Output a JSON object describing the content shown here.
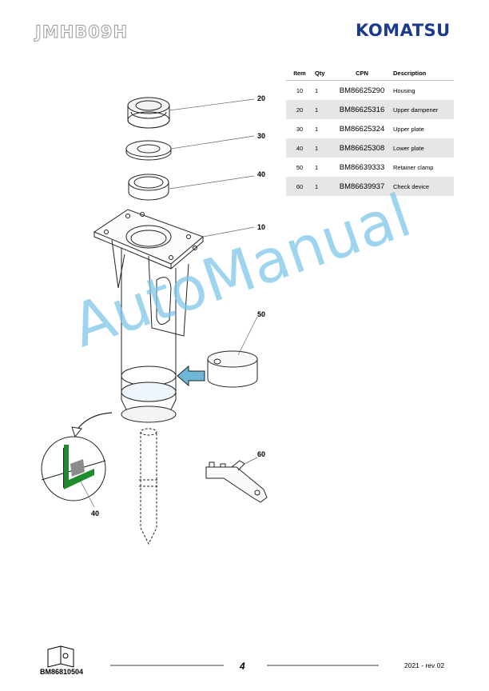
{
  "header": {
    "model_code": "JMHB09H",
    "brand": "KOMATSU"
  },
  "table": {
    "headers": {
      "item": "Item",
      "qty": "Qty",
      "cpn": "CPN",
      "description": "Description"
    },
    "rows": [
      {
        "item": "10",
        "qty": "1",
        "cpn": "BM86625290",
        "description": "Housing"
      },
      {
        "item": "20",
        "qty": "1",
        "cpn": "BM86625316",
        "description": "Upper dampener"
      },
      {
        "item": "30",
        "qty": "1",
        "cpn": "BM86625324",
        "description": "Upper plate"
      },
      {
        "item": "40",
        "qty": "1",
        "cpn": "BM86625308",
        "description": "Lower plate"
      },
      {
        "item": "50",
        "qty": "1",
        "cpn": "BM86639333",
        "description": "Retainer clamp"
      },
      {
        "item": "60",
        "qty": "1",
        "cpn": "BM86639937",
        "description": "Check device"
      }
    ]
  },
  "callouts": {
    "c20": "20",
    "c30": "30",
    "c40": "40",
    "c10": "10",
    "c50": "50",
    "c60": "60",
    "c40_detail": "40"
  },
  "watermark": "AutoManual",
  "footer": {
    "doc_number": "BM86810504",
    "page_number": "4",
    "revision": "2021 -  rev 02"
  },
  "colors": {
    "brand": "#1b3a8c",
    "watermark": "#7fc6ea",
    "detail_highlight": "#1f8a2e",
    "arrow_fill": "#6fb7d6"
  }
}
